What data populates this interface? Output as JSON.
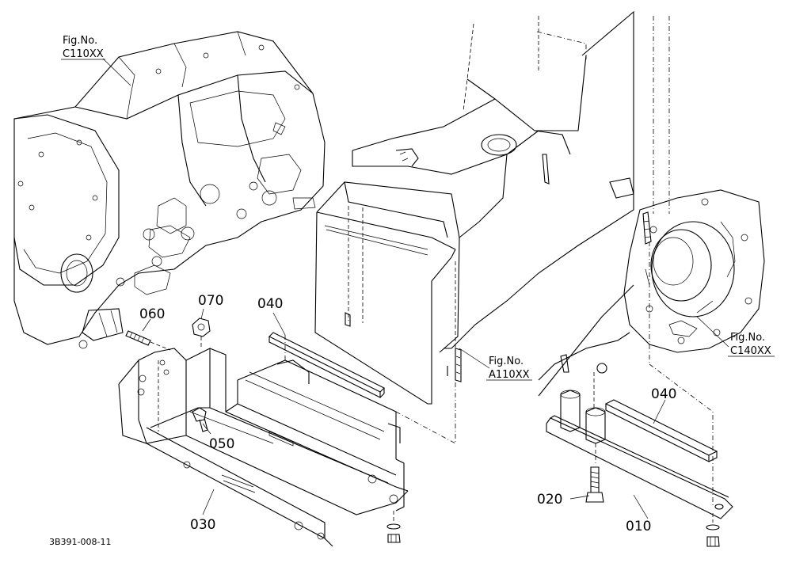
{
  "figure_refs": {
    "c110": {
      "line1": "Fig.No.",
      "line2": "C110XX"
    },
    "a110": {
      "line1": "Fig.No.",
      "line2": "A110XX"
    },
    "c140": {
      "line1": "Fig.No.",
      "line2": "C140XX"
    }
  },
  "parts": {
    "p070": "070",
    "p060": "060",
    "p040_left": "040",
    "p050": "050",
    "p030": "030",
    "p040_right": "040",
    "p020": "020",
    "p010": "010"
  },
  "drawing_code": "3B391-008-11"
}
